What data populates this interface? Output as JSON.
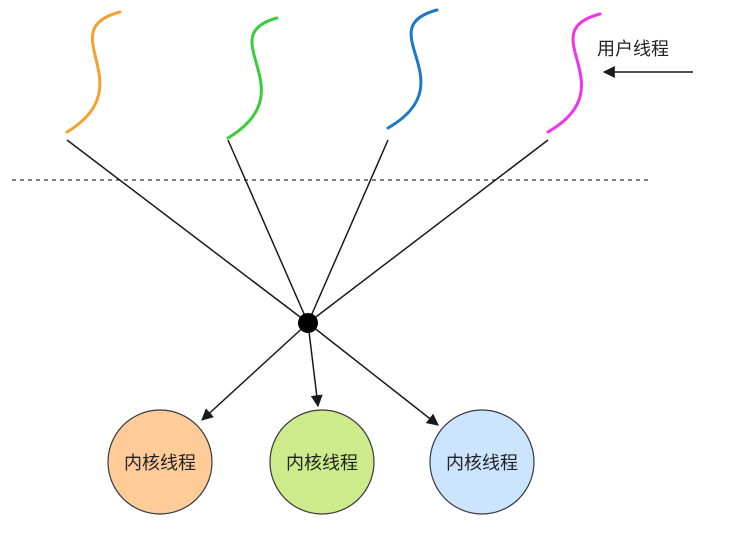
{
  "user_label": "用户线程",
  "kernel_nodes": [
    {
      "label": "内核线程",
      "fill": "#FFCC99",
      "stroke": "#36393D"
    },
    {
      "label": "内核线程",
      "fill": "#CDEB8B",
      "stroke": "#36393D"
    },
    {
      "label": "内核线程",
      "fill": "#CCE5FF",
      "stroke": "#36393D"
    }
  ],
  "user_threads": [
    {
      "color": "#F5A030"
    },
    {
      "color": "#3CCC3C"
    },
    {
      "color": "#1E78C8"
    },
    {
      "color": "#EE33EE"
    }
  ],
  "colors": {
    "line": "#1a1a1a",
    "hub": "#000000",
    "divider": "#333333"
  }
}
